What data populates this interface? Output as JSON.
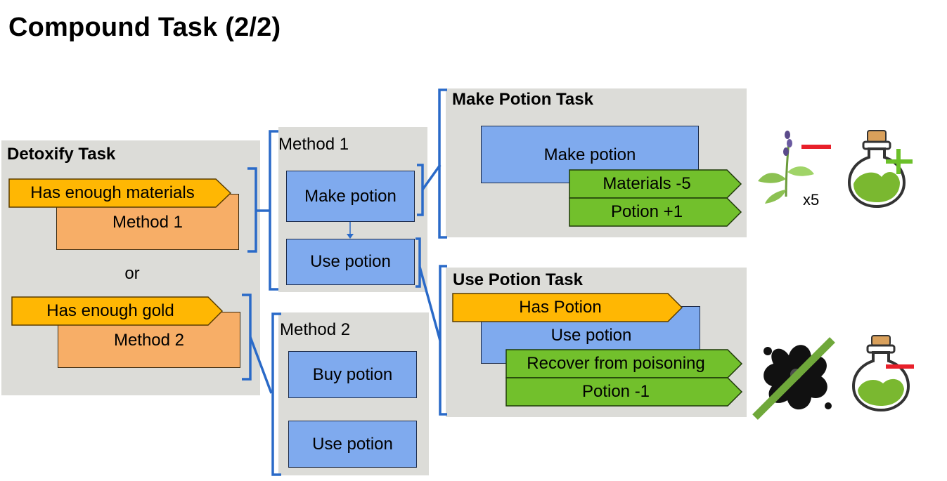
{
  "title": "Compound Task (2/2)",
  "detoxify": {
    "title": "Detoxify Task",
    "cond1": "Has enough materials",
    "method1": "Method 1",
    "or": "or",
    "cond2": "Has enough gold",
    "method2": "Method 2"
  },
  "method1_panel": {
    "title": "Method 1",
    "item1": "Make potion",
    "item2": "Use potion"
  },
  "method2_panel": {
    "title": "Method 2",
    "item1": "Buy potion",
    "item2": "Use potion"
  },
  "make_potion_task": {
    "title": "Make Potion Task",
    "action": "Make potion",
    "effect1": "Materials -5",
    "effect2": "Potion +1"
  },
  "use_potion_task": {
    "title": "Use Potion Task",
    "precondition": "Has Potion",
    "action": "Use potion",
    "effect1": "Recover from poisoning",
    "effect2": "Potion -1"
  },
  "icons": {
    "herb_count": "x5"
  },
  "colors": {
    "blue_box": "#7faaee",
    "orange_box": "#f7ae67",
    "yellow_condition": "#ffb703",
    "green_effect": "#72c02c",
    "bracket_blue": "#2a6ac8",
    "panel_gray": "#dcdcd8",
    "minus_red": "#e8202a",
    "plus_green": "#6cc02a"
  }
}
